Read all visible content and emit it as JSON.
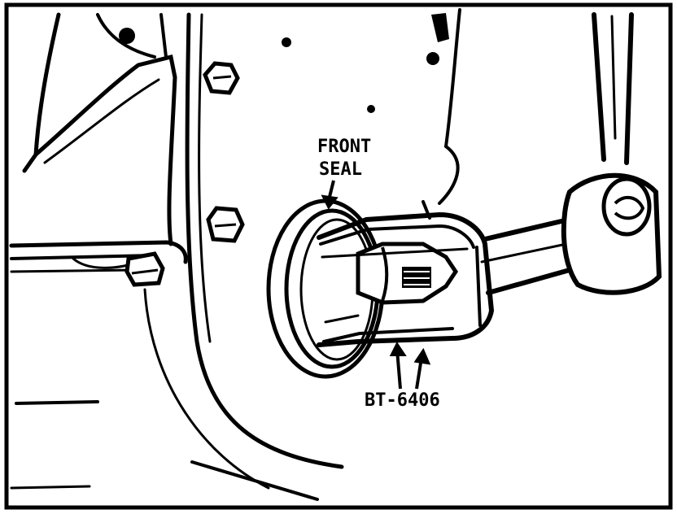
{
  "labels": {
    "front_seal_line1": "FRONT",
    "front_seal_line2": "SEAL",
    "tool_number": "BT-6406"
  },
  "colors": {
    "ink": "#000000",
    "paper": "#ffffff"
  }
}
